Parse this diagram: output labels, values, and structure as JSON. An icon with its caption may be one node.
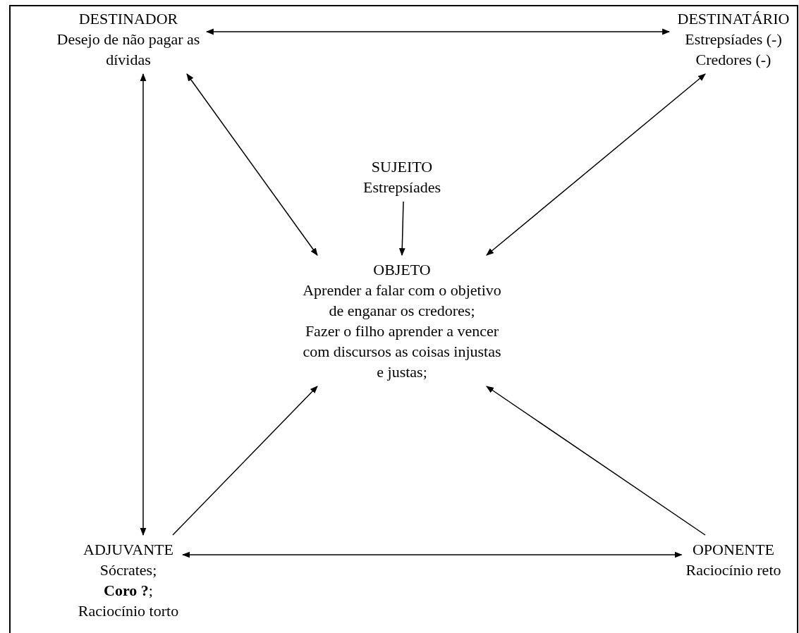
{
  "diagram": {
    "nodes": [
      {
        "text": [
          "DESTINADOR",
          "Desejo de não pagar as dívidas"
        ]
      },
      {
        "text": [
          "DESTINATÁRIO",
          "Estrepsíades (-) Credores (-)"
        ]
      },
      {
        "text": [
          "SUJEITO",
          "Estrepsíades"
        ]
      },
      {
        "text": [
          "OBJETO",
          "Aprender a falar com o objetivo de enganar os credores;",
          "Fazer o filho aprender a vencer com discursos as coisas injustas e justas;"
        ]
      },
      {
        "text": [
          "ADJUVANTE",
          "Sócrates;",
          "**Coro ?**;",
          "Raciocínio torto"
        ]
      },
      {
        "text": [
          "OPONENTE",
          "Raciocínio reto"
        ]
      }
    ],
    "edges": [
      {
        "from": 0,
        "to": 1,
        "arrow": "both"
      },
      {
        "from": 0,
        "to": 3,
        "arrow": "both"
      },
      {
        "from": 1,
        "to": 3,
        "arrow": "both"
      },
      {
        "from": 2,
        "to": 3,
        "arrow": "to"
      },
      {
        "from": 0,
        "to": 4,
        "arrow": "both"
      },
      {
        "from": 4,
        "to": 3,
        "arrow": "to"
      },
      {
        "from": 5,
        "to": 3,
        "arrow": "to"
      },
      {
        "from": 4,
        "to": 5,
        "arrow": "both"
      }
    ]
  }
}
